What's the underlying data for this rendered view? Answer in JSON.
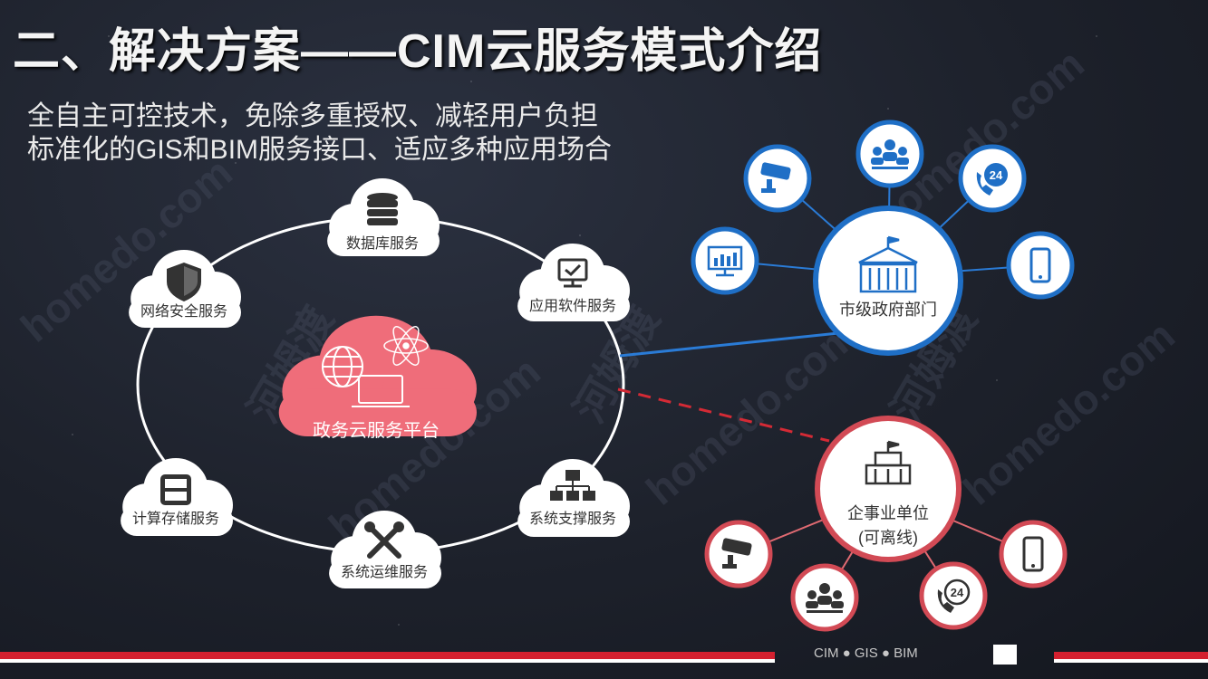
{
  "title": "二、解决方案——CIM云服务模式介绍",
  "subtitle": {
    "line1": "全自主可控技术，免除多重授权、减轻用户负担",
    "line2": "标准化的GIS和BIM服务接口、适应多种应用场合"
  },
  "services": {
    "database": "数据库服务",
    "app_software": "应用软件服务",
    "network_security": "网络安全服务",
    "compute_storage": "计算存储服务",
    "system_support": "系统支撑服务",
    "system_ops": "系统运维服务"
  },
  "core": "政务云服务平台",
  "gov_hub": "市级政府部门",
  "ent_hub": {
    "line1": "企事业单位",
    "line2": "(可离线)"
  },
  "icons": {
    "gov_satellites": [
      "cctv-camera-icon",
      "people-group-icon",
      "hotline-24-icon",
      "monitor-chart-icon",
      "smartphone-icon"
    ],
    "ent_satellites": [
      "cctv-camera-icon",
      "people-group-icon",
      "hotline-24-icon",
      "smartphone-icon"
    ]
  },
  "footer": "CIM ● GIS ● BIM",
  "watermark": {
    "domain": "homedo.com",
    "cn": "河姆渡"
  },
  "colors": {
    "core_cloud": "#ee6b78",
    "gov_blue": "#1f6fc6",
    "ent_red": "#d24a55",
    "footer_red": "#d4202f"
  }
}
